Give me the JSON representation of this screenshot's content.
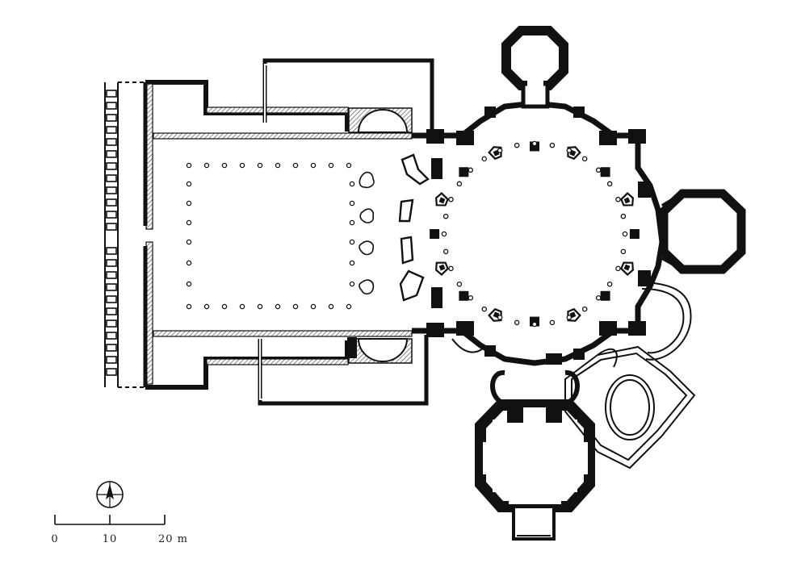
{
  "colors": {
    "ink": "#111111",
    "paper": "#ffffff",
    "hatch": "#777777"
  },
  "icons": {
    "north_arrow": "north-arrow-compass-icon"
  },
  "scale_bar": {
    "labels": [
      "0",
      "10",
      "20 m"
    ],
    "values_m": [
      0,
      10,
      20
    ]
  }
}
